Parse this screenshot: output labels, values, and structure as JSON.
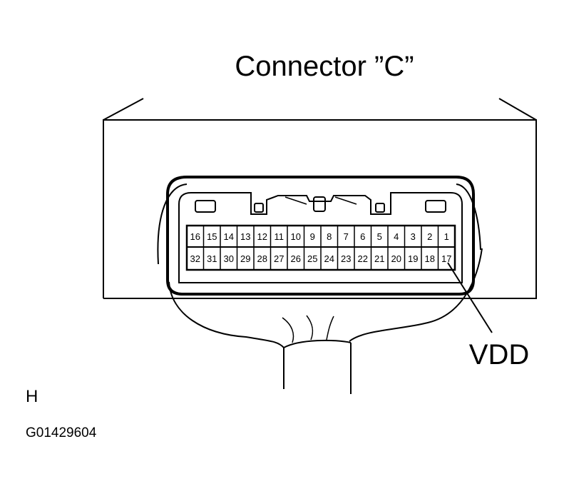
{
  "title": "Connector ”C”",
  "pins": {
    "top_row": [
      "16",
      "15",
      "14",
      "13",
      "12",
      "11",
      "10",
      "9",
      "8",
      "7",
      "6",
      "5",
      "4",
      "3",
      "2",
      "1"
    ],
    "bottom_row": [
      "32",
      "31",
      "30",
      "29",
      "28",
      "27",
      "26",
      "25",
      "24",
      "23",
      "22",
      "21",
      "20",
      "19",
      "18",
      "17"
    ]
  },
  "callout": {
    "label": "VDD",
    "pin": "17"
  },
  "footer": {
    "code": "H",
    "figure_id": "G01429604"
  }
}
